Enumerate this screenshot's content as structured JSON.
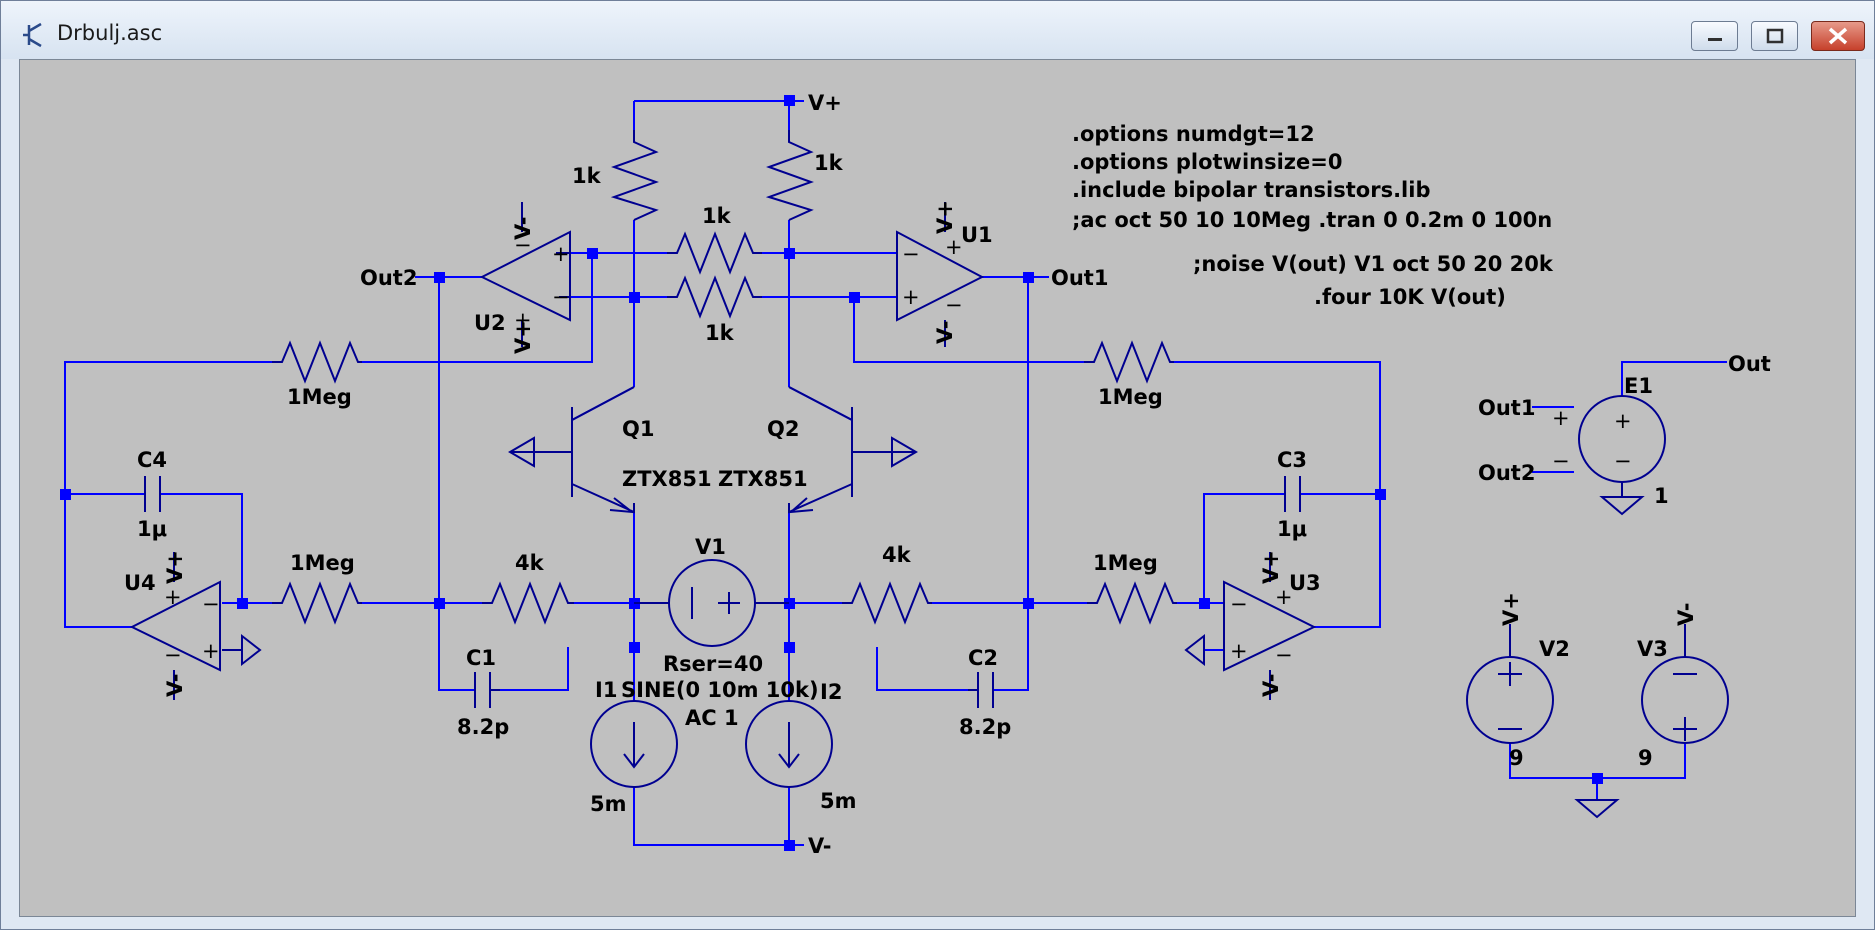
{
  "window": {
    "title": "Drbulj.asc",
    "icon": "transistor-app-icon",
    "buttons": [
      "minimize",
      "maximize",
      "close"
    ]
  },
  "colors": {
    "wire": "#0000ff",
    "component": "#000090",
    "canvas": "#c0c0c0"
  },
  "directives": [
    ".options numdgt=12",
    ".options plotwinsize=0",
    ".include bipolar transistors.lib",
    ";ac oct 50 10 10Meg   .tran 0 0.2m 0 100n",
    ";noise V(out) V1 oct 50 20 20k",
    ".four 10K V(out)"
  ],
  "nets": {
    "vplus": "V+",
    "vminus": "V-",
    "out1": "Out1",
    "out2": "Out2",
    "out": "Out",
    "e1_in1": "Out1",
    "e1_in2": "Out2"
  },
  "components": {
    "r_top_left": "1k",
    "r_top_right": "1k",
    "r_mid_top": "1k",
    "r_mid_bottom": "1k",
    "r_fb_left": "1Meg",
    "r_fb_right": "1Meg",
    "r_in_left": "1Meg",
    "r_in_right": "1Meg",
    "r_4k_left": "4k",
    "r_4k_right": "4k",
    "u1": "U1",
    "u2": "U2",
    "u3": "U3",
    "u4": "U4",
    "q1": "Q1",
    "q2": "Q2",
    "q1_model": "ZTX851",
    "q2_model": "ZTX851",
    "c1": "C1",
    "c1_val": "8.2p",
    "c2": "C2",
    "c2_val": "8.2p",
    "c3": "C3",
    "c3_val": "1μ",
    "c4": "C4",
    "c4_val": "1μ",
    "v1": "V1",
    "v1_rser": "Rser=40",
    "v1_sine": "SINE(0 10m 10k)",
    "v1_ac": "AC 1",
    "i1": "I1",
    "i1_val": "5m",
    "i2": "I2",
    "i2_val": "5m",
    "e1": "E1",
    "e1_gain": "1",
    "v2": "V2",
    "v2_val": "9",
    "v3": "V3",
    "v3_val": "9"
  }
}
